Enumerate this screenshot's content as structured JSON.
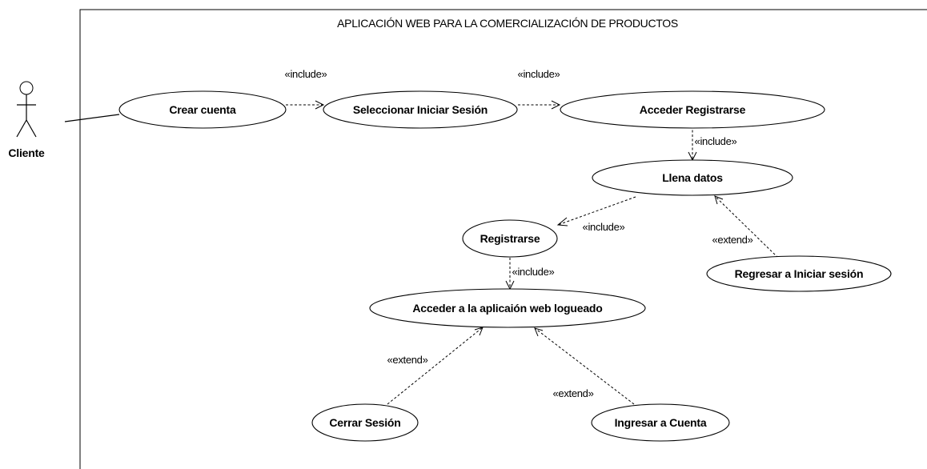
{
  "diagram": {
    "system_title": "APLICACIÓN WEB PARA LA COMERCIALIZACIÓN DE PRODUCTOS",
    "actor": {
      "name": "Cliente"
    },
    "use_cases": {
      "crear_cuenta": "Crear cuenta",
      "seleccionar_iniciar_sesion": "Seleccionar Iniciar Sesión",
      "acceder_registrarse": "Acceder Registrarse",
      "llena_datos": "Llena datos",
      "registrarse": "Registrarse",
      "regresar_iniciar_sesion": "Regresar a Iniciar sesión",
      "acceder_aplicacion": "Acceder a la aplicaión web  logueado",
      "cerrar_sesion": "Cerrar Sesión",
      "ingresar_cuenta": "Ingresar a Cuenta"
    },
    "stereotypes": {
      "include_1": "«include»",
      "include_2": "«include»",
      "include_3": "«include»",
      "include_4": "«include»",
      "include_5": "«include»",
      "extend_1": "«extend»",
      "extend_2": "«extend»",
      "extend_3": "«extend»"
    }
  }
}
